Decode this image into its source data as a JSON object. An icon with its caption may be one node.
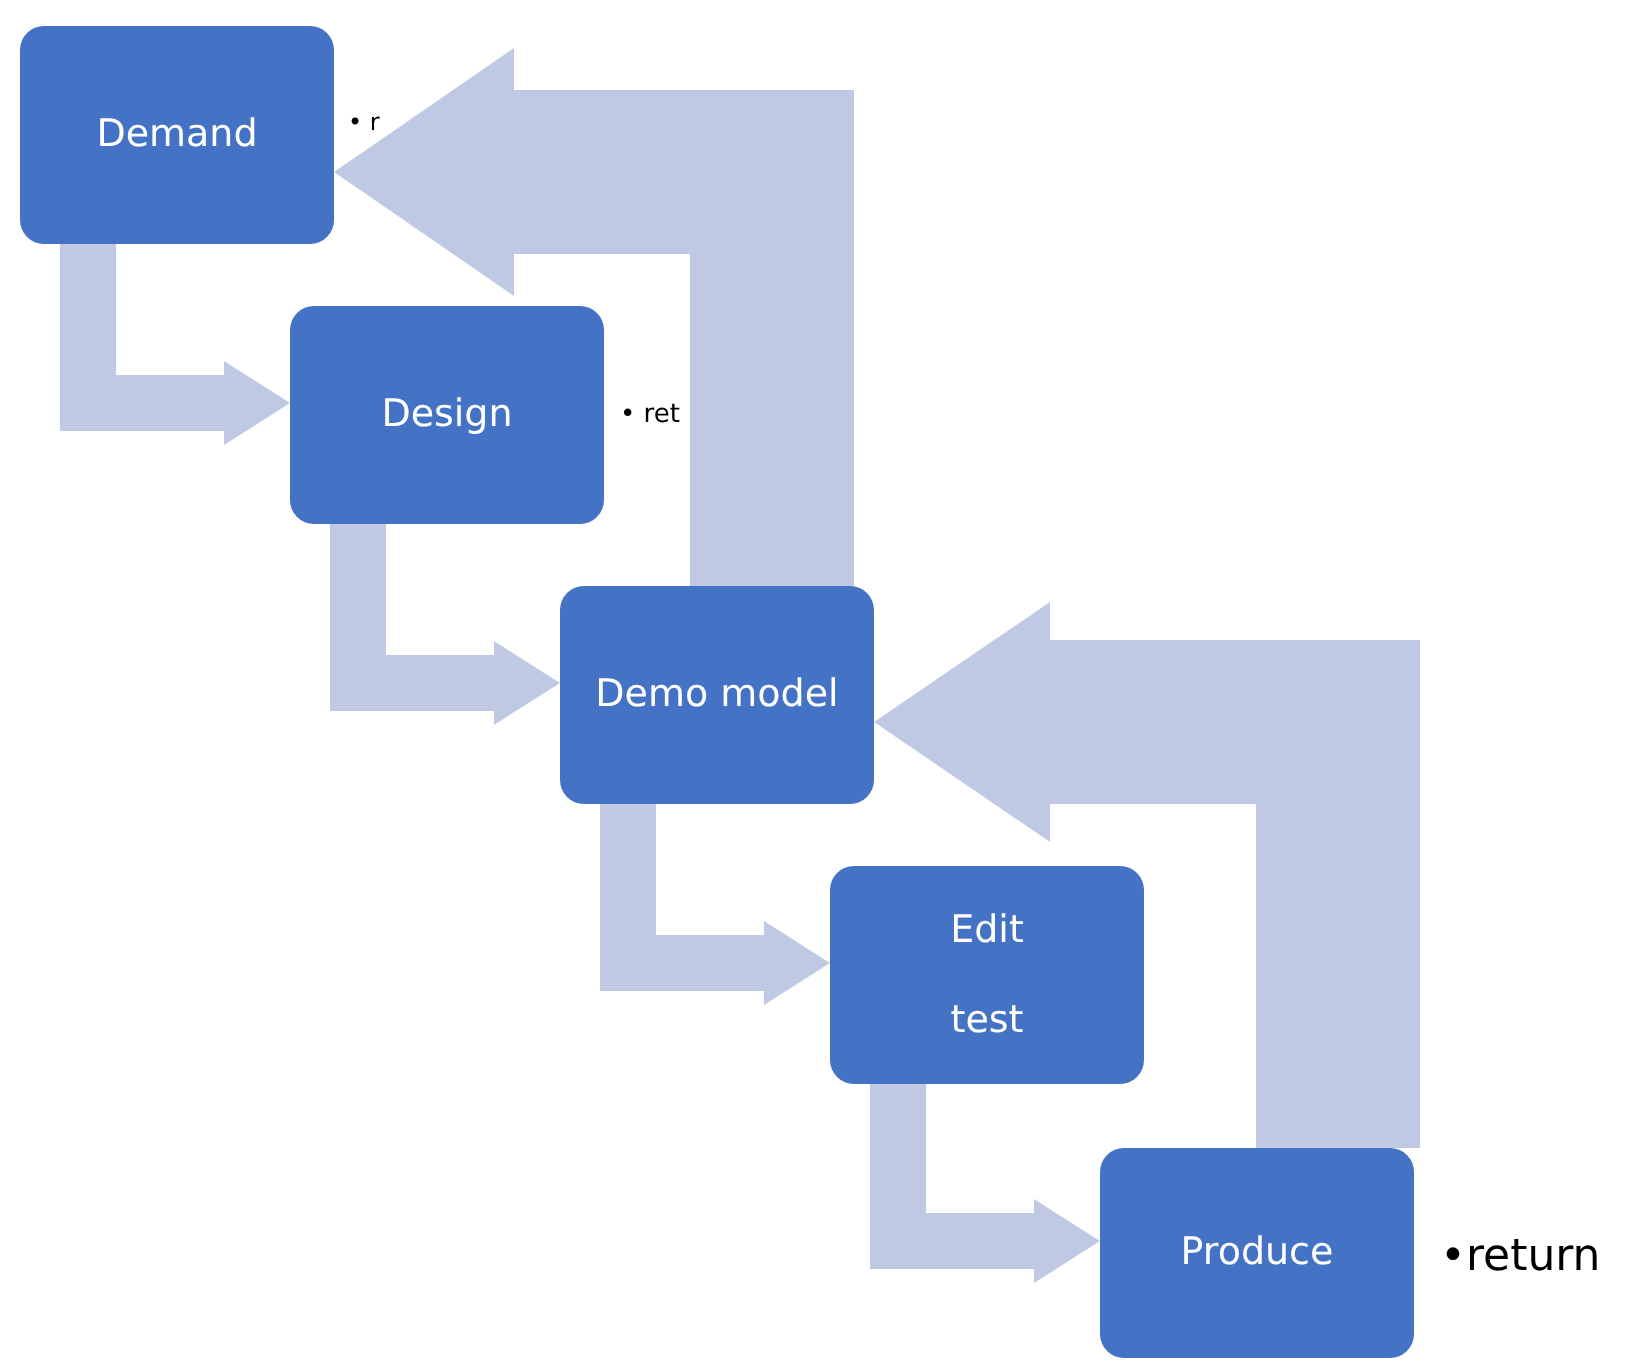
{
  "diagram": {
    "nodes": [
      {
        "text": [
          "Demand"
        ],
        "beside": [
          "• r"
        ]
      },
      {
        "text": [
          "Design"
        ],
        "beside": [
          "• ret"
        ]
      },
      {
        "text": [
          "Demo model"
        ]
      },
      {
        "text": [
          "Edit",
          "test"
        ]
      },
      {
        "text": [
          "Produce"
        ],
        "beside": [
          "•return"
        ]
      }
    ],
    "edges": [
      {
        "from": 0,
        "to": 1,
        "arrow": "to"
      },
      {
        "from": 1,
        "to": 2,
        "arrow": "to"
      },
      {
        "from": 2,
        "to": 3,
        "arrow": "to"
      },
      {
        "from": 3,
        "to": 4,
        "arrow": "to"
      },
      {
        "from": 2,
        "to": 0,
        "arrow": "to",
        "style": "thick"
      },
      {
        "from": 4,
        "to": 2,
        "arrow": "to",
        "style": "thick"
      }
    ]
  }
}
